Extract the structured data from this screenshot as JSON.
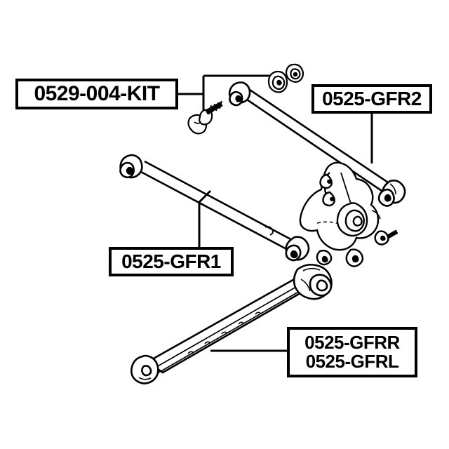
{
  "diagram": {
    "title": "Rear suspension arm and knuckle exploded parts diagram",
    "background_color": "#ffffff",
    "line_color": "#000000",
    "callouts": [
      {
        "id": "kit",
        "text": "0529-004-KIT",
        "part_kind": "bolt-and-nut-kit"
      },
      {
        "id": "gfr2",
        "text": "0525-GFR2",
        "part_kind": "upper-lateral-link"
      },
      {
        "id": "gfr1",
        "text": "0525-GFR1",
        "part_kind": "lower-lateral-link"
      },
      {
        "id": "gfrr",
        "text": "0525-GFRR",
        "part_kind": "trailing-arm-right"
      },
      {
        "id": "gfrl",
        "text": "0525-GFRL",
        "part_kind": "trailing-arm-left"
      }
    ],
    "components": [
      {
        "name": "flange-bolt",
        "belongs_to": "0529-004-KIT"
      },
      {
        "name": "flange-nut",
        "belongs_to": "0529-004-KIT"
      },
      {
        "name": "lock-washer",
        "belongs_to": "0529-004-KIT"
      },
      {
        "name": "upper-lateral-link",
        "belongs_to": "0525-GFR2"
      },
      {
        "name": "lower-lateral-link",
        "belongs_to": "0525-GFR1"
      },
      {
        "name": "trailing-arm",
        "belongs_to": "0525-GFRR / 0525-GFRL"
      },
      {
        "name": "steering-knuckle",
        "belongs_to": ""
      }
    ]
  }
}
